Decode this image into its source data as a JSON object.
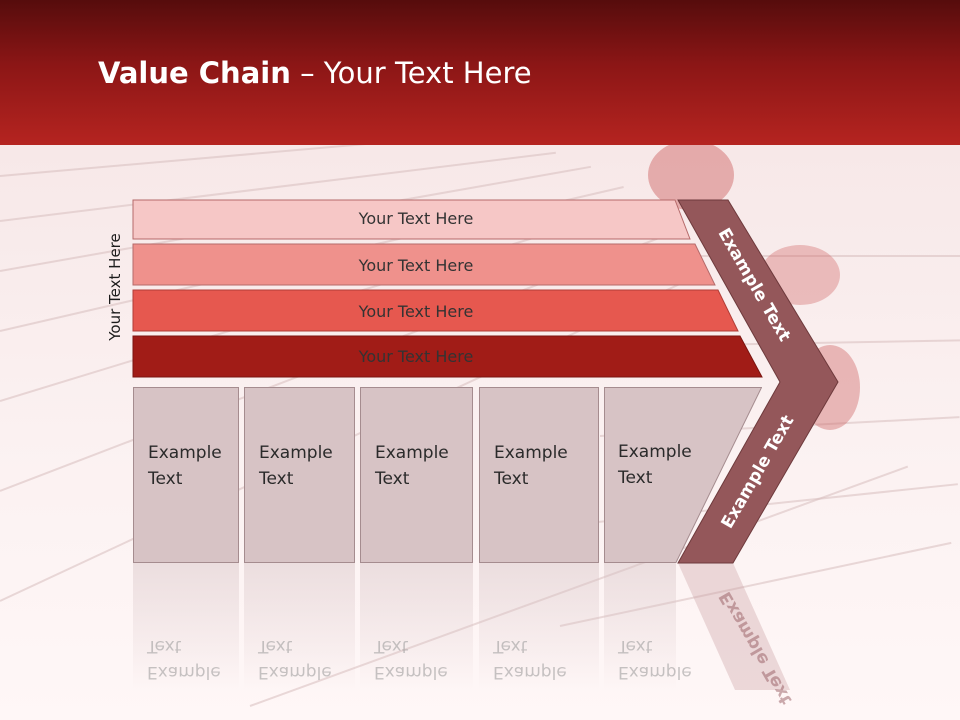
{
  "slide": {
    "title_bold": "Value Chain",
    "title_rest": " – Your Text Here",
    "vertical_label": "Your Text Here"
  },
  "bars": [
    {
      "label": "Your Text Here",
      "color": "#f6c7c6"
    },
    {
      "label": "Your Text Here",
      "color": "#ef918c"
    },
    {
      "label": "Your Text Here",
      "color": "#e6584f"
    },
    {
      "label": "Your Text Here",
      "color": "#a11c17"
    }
  ],
  "boxes": [
    {
      "line1": "Example",
      "line2": "Text"
    },
    {
      "line1": "Example",
      "line2": "Text"
    },
    {
      "line1": "Example",
      "line2": "Text"
    },
    {
      "line1": "Example",
      "line2": "Text"
    },
    {
      "line1": "Example",
      "line2": "Text"
    }
  ],
  "arrow": {
    "upper_text": "Example Text",
    "lower_text": "Example Text",
    "color": "#94575a"
  }
}
